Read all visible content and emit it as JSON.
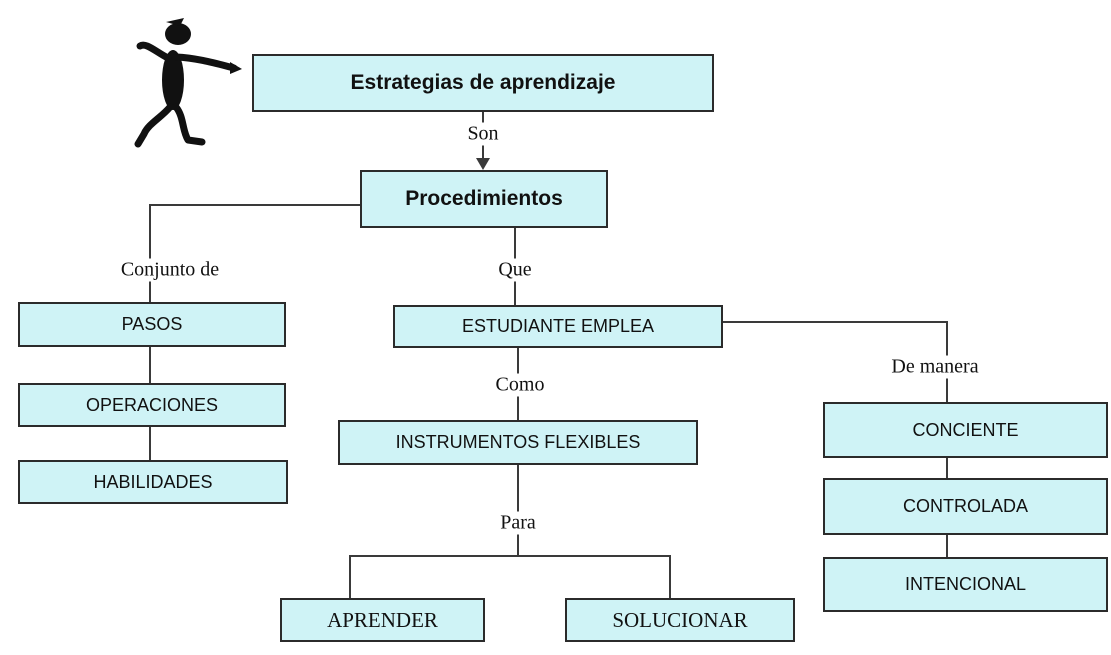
{
  "diagram": {
    "nodes": {
      "title": "Estrategias de aprendizaje",
      "procedimientos": "Procedimientos",
      "pasos": "PASOS",
      "operaciones": "OPERACIONES",
      "habilidades": "HABILIDADES",
      "estudiante": "ESTUDIANTE EMPLEA",
      "instrumentos": "INSTRUMENTOS FLEXIBLES",
      "aprender": "APRENDER",
      "solucionar": "SOLUCIONAR",
      "conciente": "CONCIENTE",
      "controlada": "CONTROLADA",
      "intencional": "INTENCIONAL"
    },
    "labels": {
      "son": "Son",
      "conjunto": "Conjunto de",
      "que": "Que",
      "como": "Como",
      "para": "Para",
      "de_manera": "De manera"
    },
    "colors": {
      "box_fill": "#cff3f6",
      "box_border": "#2b2b2b",
      "line": "#3a3a3a",
      "figure": "#111111"
    },
    "icons": [
      "pointing-stick-figure-icon",
      "arrow-down-icon"
    ]
  }
}
